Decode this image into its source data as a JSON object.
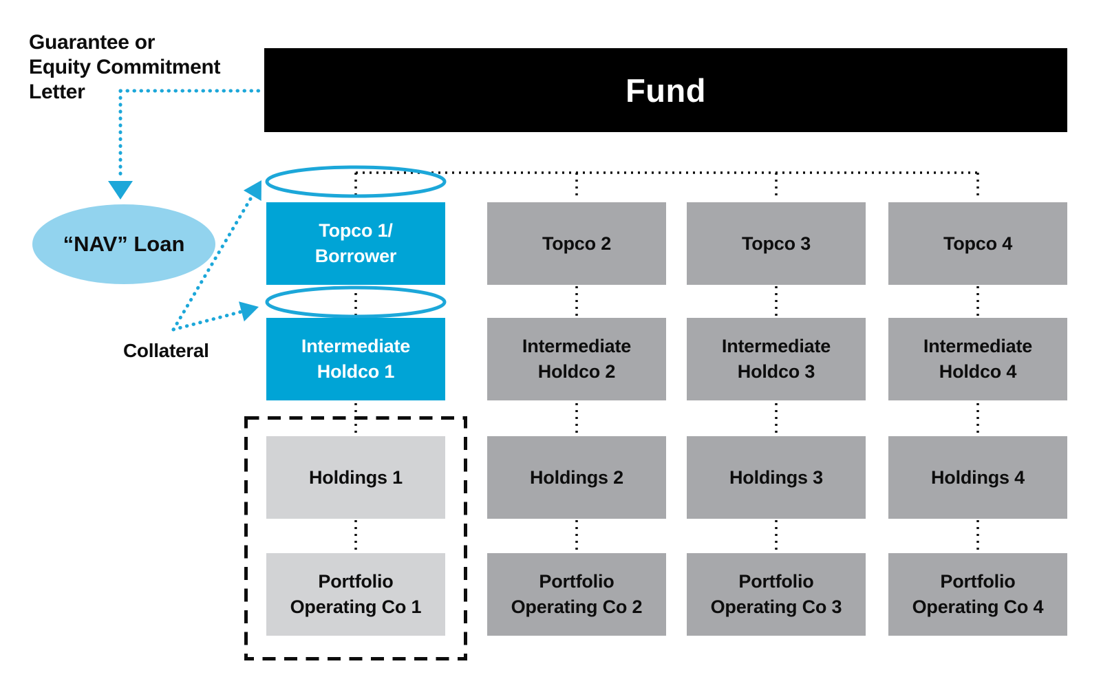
{
  "labels": {
    "guarantee": "Guarantee or\nEquity Commitment\nLetter",
    "nav_loan": "“NAV” Loan",
    "collateral": "Collateral"
  },
  "fund": {
    "title": "Fund"
  },
  "columns": [
    {
      "topco": "Topco 1/\nBorrower",
      "holdco": "Intermediate\nHoldco 1",
      "holdings": "Holdings 1",
      "portfolio": "Portfolio\nOperating Co 1"
    },
    {
      "topco": "Topco 2",
      "holdco": "Intermediate\nHoldco 2",
      "holdings": "Holdings 2",
      "portfolio": "Portfolio\nOperating Co 2"
    },
    {
      "topco": "Topco 3",
      "holdco": "Intermediate\nHoldco 3",
      "holdings": "Holdings 3",
      "portfolio": "Portfolio\nOperating Co 3"
    },
    {
      "topco": "Topco 4",
      "holdco": "Intermediate\nHoldco 4",
      "holdings": "Holdings 4",
      "portfolio": "Portfolio\nOperating Co 4"
    }
  ],
  "colors": {
    "cyan": "#00a4d6",
    "cyan_line": "#1ca7d9",
    "light_blue": "#92d3ee",
    "mid_gray": "#a7a8ab",
    "light_gray": "#d2d3d5",
    "black": "#000000",
    "text_dark": "#0d0d0d",
    "white": "#ffffff"
  }
}
